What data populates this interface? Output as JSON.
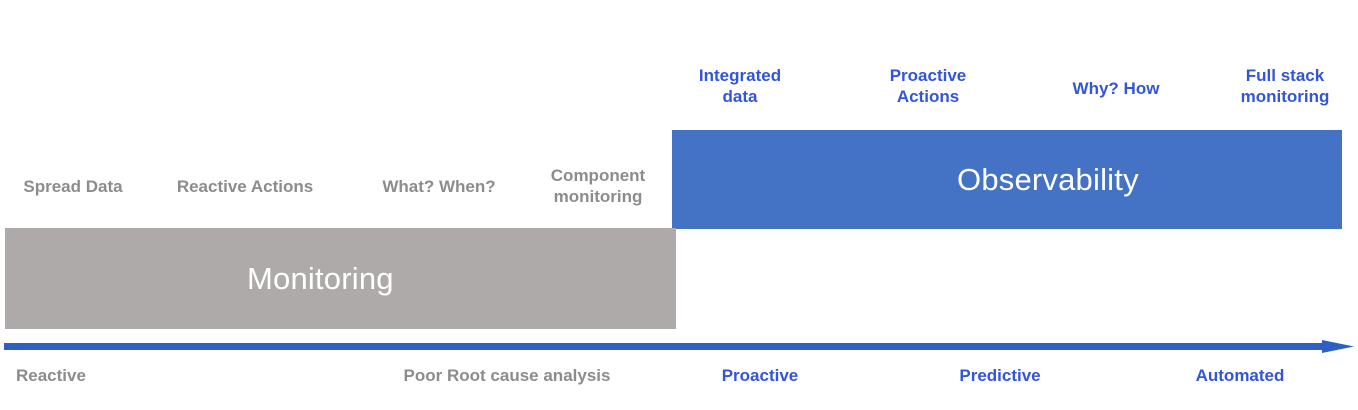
{
  "diagram": {
    "title": "Monitoring to Observability maturity",
    "colors": {
      "monitoring_bar": "#AEAAAA",
      "observability_bar": "#4472C4",
      "gray_text": "#8E8B8B",
      "blue_text": "#3355D8",
      "axis_line": "#2E5FC3",
      "bar_label_text": "#FFFFFF"
    },
    "bars": [
      {
        "id": "monitoring",
        "label": "Monitoring"
      },
      {
        "id": "observability",
        "label": "Observability"
      }
    ],
    "monitoring_callouts": [
      {
        "id": "spread-data",
        "label": "Spread Data"
      },
      {
        "id": "reactive-actions",
        "label": "Reactive Actions"
      },
      {
        "id": "what-when",
        "label": "What? When?"
      },
      {
        "id": "component-monitoring",
        "label": "Component\nmonitoring"
      }
    ],
    "observability_callouts": [
      {
        "id": "integrated-data",
        "label": "Integrated\ndata"
      },
      {
        "id": "proactive-actions",
        "label": "Proactive\nActions"
      },
      {
        "id": "why-how",
        "label": "Why? How"
      },
      {
        "id": "full-stack-monitoring",
        "label": "Full stack\nmonitoring"
      }
    ],
    "axis": {
      "direction": "left-to-right arrow",
      "stages": [
        {
          "id": "reactive",
          "label": "Reactive",
          "tone": "gray"
        },
        {
          "id": "poor-root-cause-analysis",
          "label": "Poor Root cause analysis",
          "tone": "gray"
        },
        {
          "id": "proactive",
          "label": "Proactive",
          "tone": "blue"
        },
        {
          "id": "predictive",
          "label": "Predictive",
          "tone": "blue"
        },
        {
          "id": "automated",
          "label": "Automated",
          "tone": "blue"
        }
      ]
    }
  }
}
